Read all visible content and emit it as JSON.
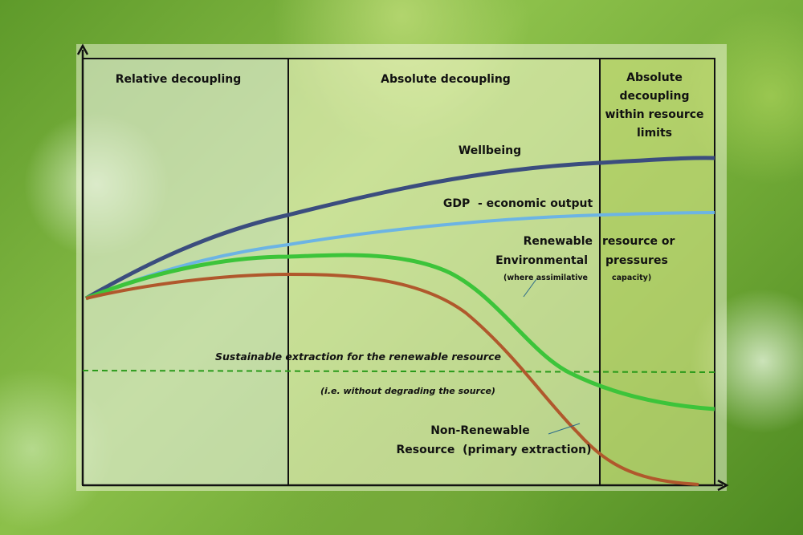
{
  "sections": [
    "Relative decoupling",
    "Absolute decoupling",
    [
      "Absolute",
      "decoupling",
      "within resource",
      "limits"
    ]
  ],
  "curves": {
    "wellbeing": {
      "label": "Wellbeing",
      "color": "#3b4d7e"
    },
    "gdp": {
      "label": "GDP  - economic output",
      "color": "#6cb4e4"
    },
    "renewable": {
      "label_lines": [
        "Renewable",
        "Environmental",
        "(where assimilative"
      ],
      "label_right": [
        "resource or",
        "pressures",
        "capacity)"
      ],
      "color": "#3cc43a"
    },
    "nonrenewable": {
      "label_lines": [
        "Non-Renewable",
        "Resource  (primary extraction)"
      ],
      "color": "#b0582c"
    }
  },
  "threshold": {
    "label": "Sustainable extraction for the renewable resource",
    "sublabel": "(i.e. without degrading the source)",
    "color": "#2a9a1a"
  }
}
